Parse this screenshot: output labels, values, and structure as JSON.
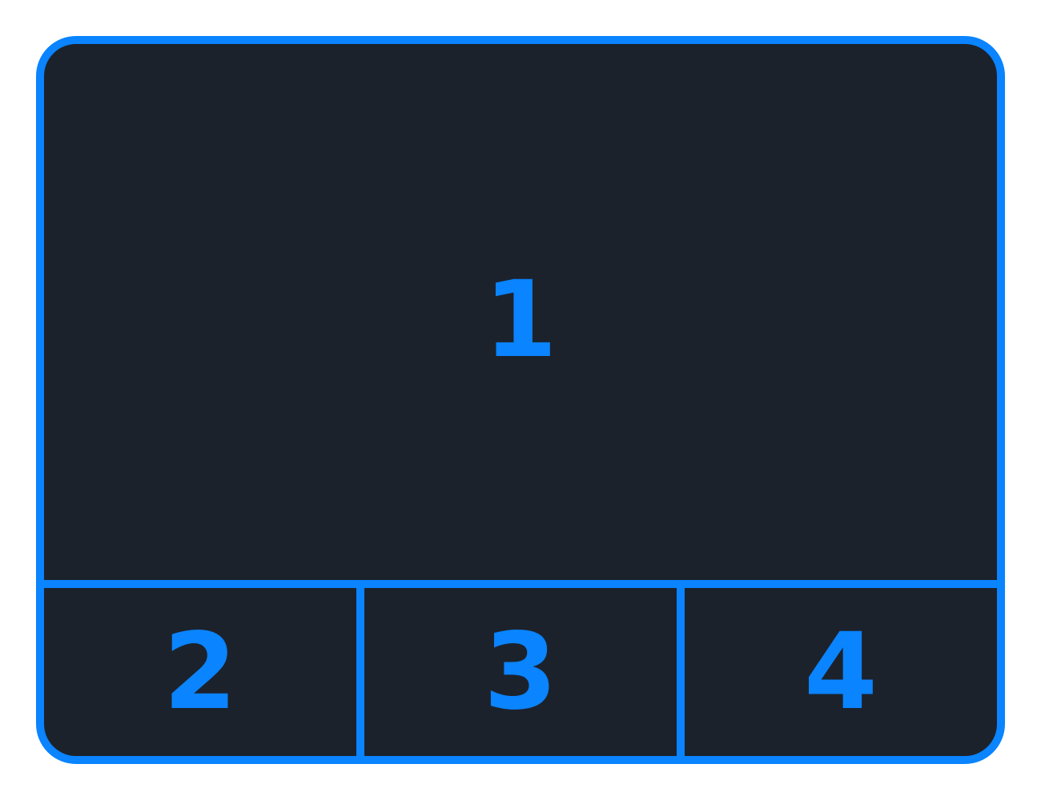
{
  "colors": {
    "accent": "#0a84ff",
    "pane_background": "#1c222c",
    "page_background": "#ffffff"
  },
  "panes": {
    "main": {
      "label": "1"
    },
    "bottom": [
      {
        "label": "2"
      },
      {
        "label": "3"
      },
      {
        "label": "4"
      }
    ]
  }
}
